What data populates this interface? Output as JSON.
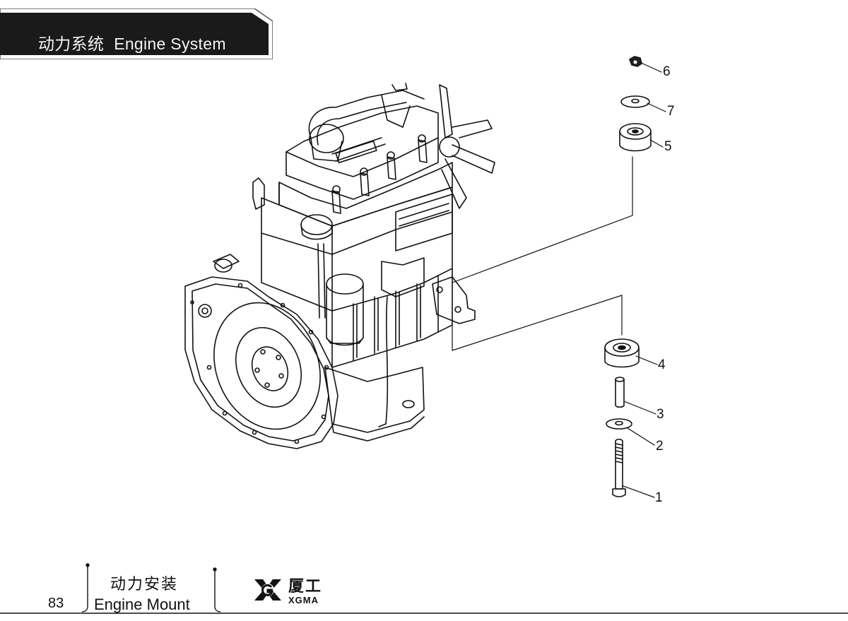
{
  "header": {
    "section_cn": "动力系统",
    "section_en": "Engine System"
  },
  "callouts": [
    {
      "id": "1",
      "label": "1"
    },
    {
      "id": "2",
      "label": "2"
    },
    {
      "id": "3",
      "label": "3"
    },
    {
      "id": "4",
      "label": "4"
    },
    {
      "id": "5",
      "label": "5"
    },
    {
      "id": "6",
      "label": "6"
    },
    {
      "id": "7",
      "label": "7"
    }
  ],
  "footer": {
    "page_number": "83",
    "title_cn": "动力安装",
    "title_en": "Engine Mount",
    "logo_cn": "厦工",
    "logo_en": "XGMA"
  },
  "colors": {
    "banner_bg": "#1a1a1a",
    "line": "#111111",
    "paper": "#ffffff"
  },
  "icons": [
    "engine-illustration",
    "nut-icon",
    "washer-icon",
    "mount-bushing-icon",
    "spacer-sleeve-icon",
    "bolt-icon",
    "xgma-logo-icon"
  ]
}
